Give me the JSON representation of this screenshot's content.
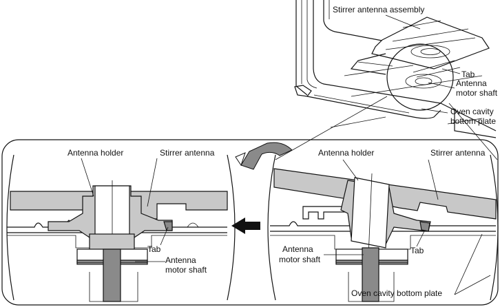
{
  "labels": {
    "stirrer_antenna_assembly": "Stirrer antenna assembly",
    "tab_top": "Tab",
    "antenna_motor_shaft_top_1": "Antenna",
    "antenna_motor_shaft_top_2": "motor shaft",
    "oven_cavity_bottom_plate_top_1": "Oven cavity",
    "oven_cavity_bottom_plate_top_2": "bottom plate",
    "left_antenna_holder": "Antenna holder",
    "left_stirrer_antenna": "Stirrer antenna",
    "left_tab": "Tab",
    "left_motor_shaft_1": "Antenna",
    "left_motor_shaft_2": "motor shaft",
    "right_antenna_holder": "Antenna holder",
    "right_stirrer_antenna": "Stirrer antenna",
    "right_tab": "Tab",
    "right_motor_shaft_1": "Antenna",
    "right_motor_shaft_2": "motor shaft",
    "right_bottom_plate": "Oven cavity bottom plate"
  },
  "colors": {
    "antenna_fill": "#c8c8c8",
    "shaft_fill": "#8a8a8a",
    "line": "#111111"
  },
  "icons": {
    "direction_arrow": "arrow-left-icon",
    "rotation_hint": "rotate-arrow-icon"
  }
}
